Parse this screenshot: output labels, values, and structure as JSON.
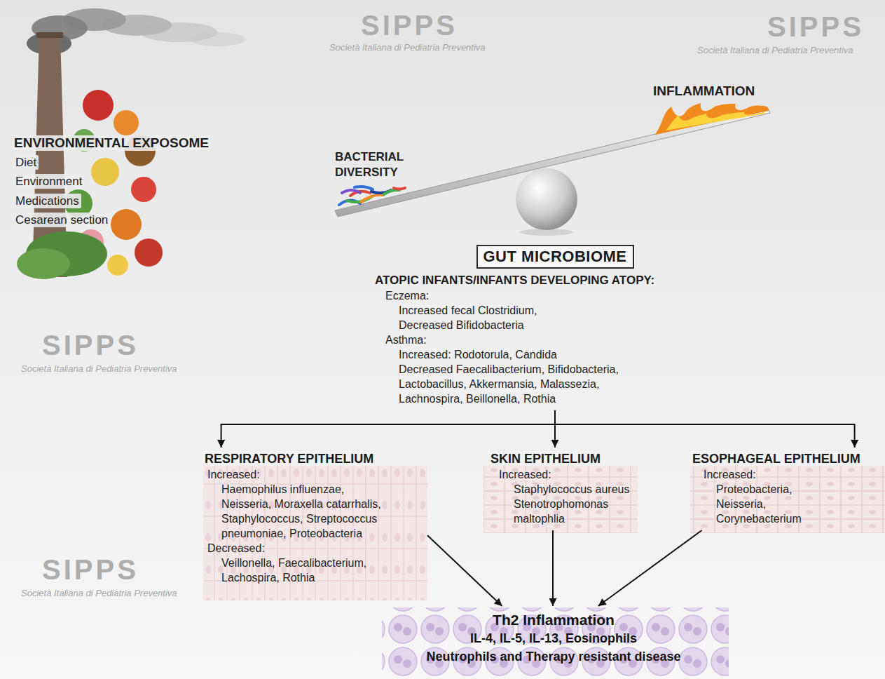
{
  "diagram": {
    "nodes": [
      {
        "text": [
          "GUT MICROBIOME",
          "ATOPIC INFANTS/INFANTS DEVELOPING ATOPY:",
          "Eczema:",
          "Increased fecal Clostridium,",
          "Decreased Bifidobacteria",
          "Asthma:",
          "Increased: Rodotorula, Candida",
          "Decreased Faecalibacterium, Bifidobacteria, Lactobacillus, Akkermansia, Malassezia, Lachnospira, Beillonella, Rothia"
        ]
      },
      {
        "text": [
          "RESPIRATORY EPITHELIUM",
          "Increased:",
          "Haemophilus influenzae, Neisseria, Moraxella catarrhalis, Staphylococcus, Streptococcus pneumoniae, Proteobacteria",
          "Decreased:",
          "Veillonella, Faecalibacterium, Lachospira, Rothia"
        ]
      },
      {
        "text": [
          "SKIN EPITHELIUM",
          "Increased:",
          "Staphylococcus aureus Stenotrophomonas maltophlia"
        ]
      },
      {
        "text": [
          "ESOPHAGEAL EPITHELIUM",
          "Increased:",
          "Proteobacteria, Neisseria, Corynebacterium"
        ]
      },
      {
        "text": [
          "Th2 Inflammation",
          "IL-4, IL-5, IL-13, Eosinophils",
          "Neutrophils and Therapy resistant disease"
        ]
      }
    ],
    "edges": [
      {
        "from": 0,
        "to": 1,
        "arrow": "to"
      },
      {
        "from": 0,
        "to": 2,
        "arrow": "to"
      },
      {
        "from": 0,
        "to": 3,
        "arrow": "to"
      },
      {
        "from": 1,
        "to": 4,
        "arrow": "to"
      },
      {
        "from": 2,
        "to": 4,
        "arrow": "to"
      },
      {
        "from": 3,
        "to": 4,
        "arrow": "to"
      }
    ],
    "labels": [
      "ENVIRONMENTAL EXPOSOME",
      "Diet",
      "Environment",
      "Medications",
      "Cesarean section",
      "BACTERIAL DIVERSITY",
      "INFLAMMATION",
      "SIPPS",
      "Società Italiana di Pediatria Preventiva",
      "SIPPS",
      "Società Italiana di Pediatria Preventiva",
      "SIPPS",
      "Società Italiana di Pediatria Preventiva",
      "SIPPS",
      "Società Italiana di Pediatria Preventiva"
    ]
  }
}
